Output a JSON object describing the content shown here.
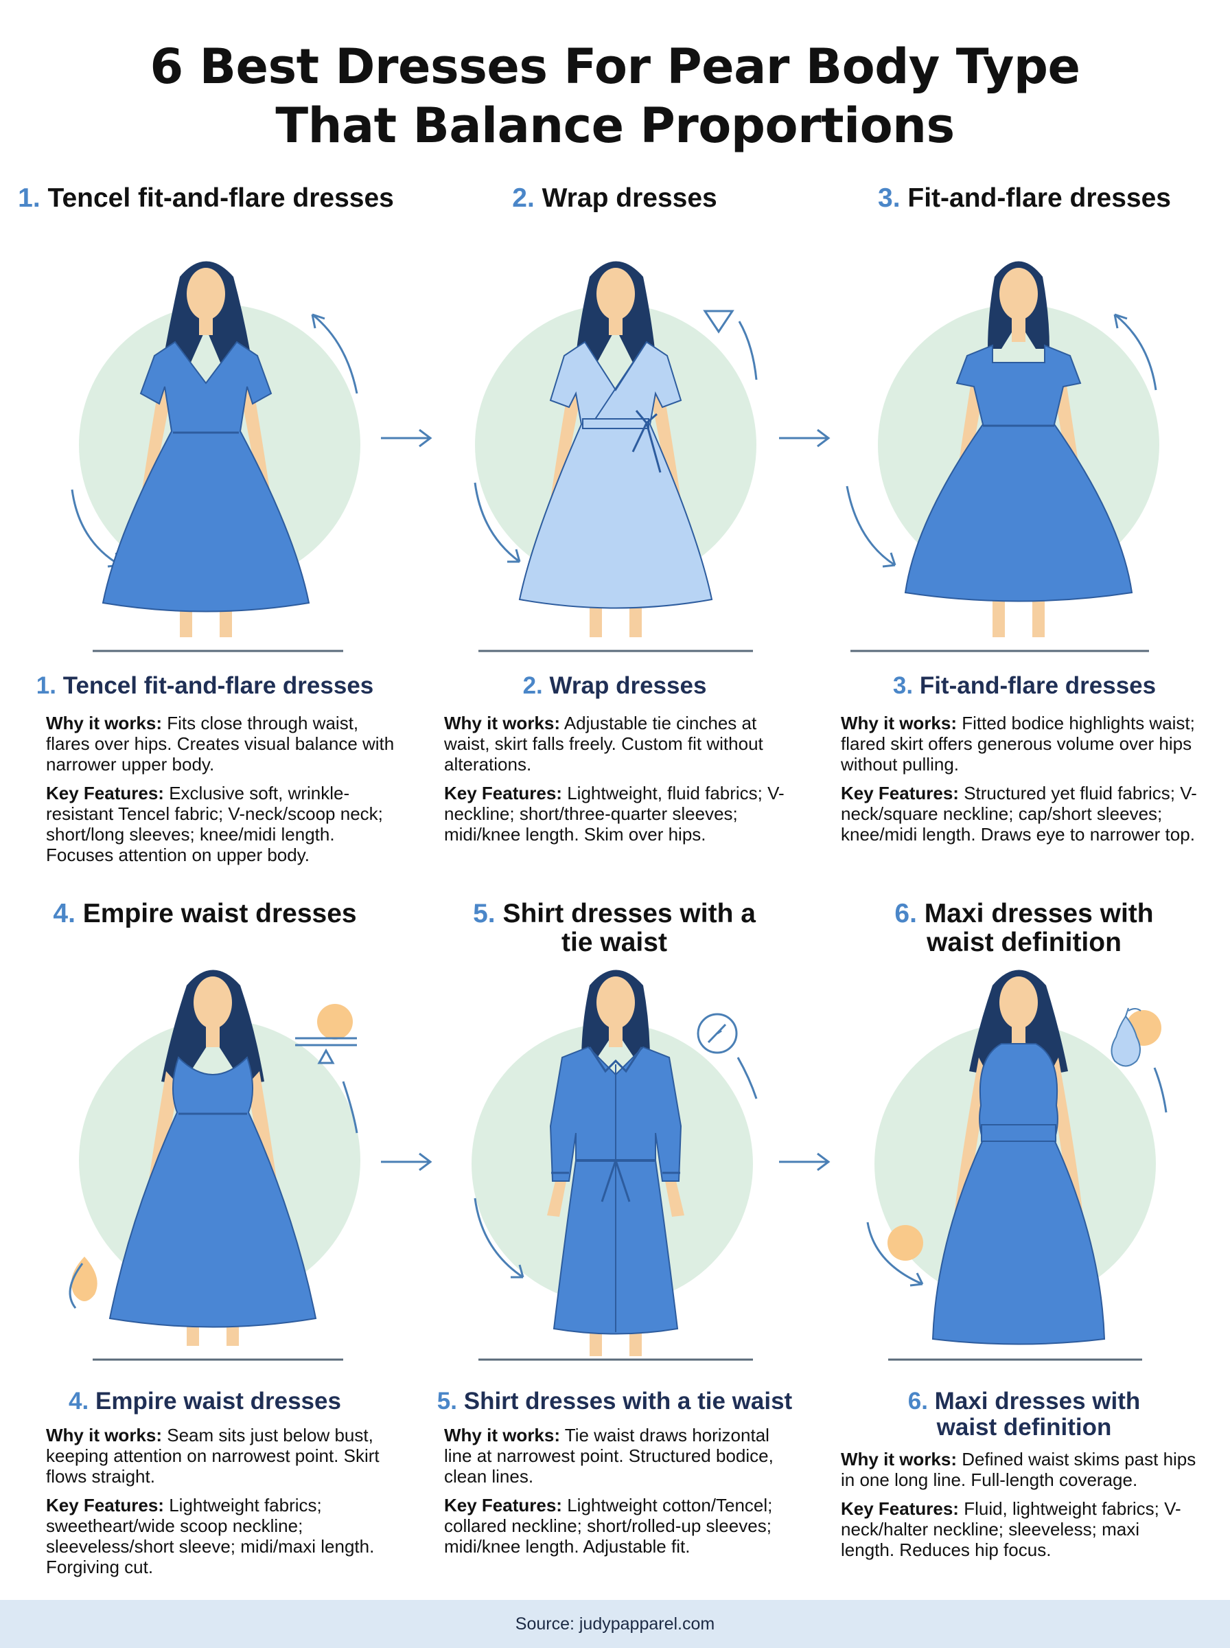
{
  "title": {
    "line1": "6 Best Dresses For Pear Body Type",
    "line2": "That Balance Proportions"
  },
  "labels": {
    "why": "Why it works:",
    "features": "Key Features:"
  },
  "colors": {
    "accent": "#4a86c8",
    "dress_blue": "#4a86d4",
    "dress_light": "#b8d4f4",
    "circle_mint": "#ddeee2",
    "hair": "#1e3a66",
    "skin": "#f6cfa0",
    "subhead_navy": "#1f2f55",
    "footer_bg": "#dce8f4"
  },
  "dresses": [
    {
      "num": "1.",
      "heading": "Tencel fit-and-flare dresses",
      "subhead": "Tencel fit-and-flare dresses",
      "why": "Fits close through waist, flares over hips. Creates visual balance with narrower upper body.",
      "features": "Exclusive soft, wrinkle-resistant Tencel fabric; V-neck/scoop neck; short/long sleeves; knee/midi length. Focuses attention on upper body.",
      "icon": "curved-arrows-icon"
    },
    {
      "num": "2.",
      "heading": "Wrap dresses",
      "subhead": "Wrap dresses",
      "why": "Adjustable tie cinches at waist, skirt falls freely. Custom fit without alterations.",
      "features": "Lightweight, fluid fabrics; V-neckline; short/three-quarter sleeves; midi/knee length. Skim over hips.",
      "icon": "triangle-arrows-icon"
    },
    {
      "num": "3.",
      "heading": "Fit-and-flare dresses",
      "subhead": "Fit-and-flare dresses",
      "why": "Fitted bodice highlights waist; flared skirt offers generous volume over hips without pulling.",
      "features": "Structured yet fluid fabrics; V-neck/square neckline; cap/short sleeves; knee/midi length. Draws eye to narrower top.",
      "icon": "curved-arrows-icon"
    },
    {
      "num": "4.",
      "heading": "Empire waist dresses",
      "subhead": "Empire waist dresses",
      "why": "Seam sits just below bust, keeping attention on narrowest point. Skirt flows straight.",
      "features": "Lightweight fabrics; sweetheart/wide scoop neckline; sleeveless/short sleeve; midi/maxi length. Forgiving cut.",
      "icon": "balance-icon"
    },
    {
      "num": "5.",
      "heading": "Shirt dresses with a tie waist",
      "subhead": "Shirt dresses with a tie waist",
      "why": "Tie waist draws horizontal line at narrowest point. Structured bodice, clean lines.",
      "features": "Lightweight cotton/Tencel; collared neckline; short/rolled-up sleeves; midi/knee length. Adjustable fit.",
      "icon": "compass-icon"
    },
    {
      "num": "6.",
      "heading": "Maxi dresses with waist definition",
      "subhead": "Maxi dresses with waist definition",
      "why": "Defined waist skims past hips in one long line. Full-length coverage.",
      "features": "Fluid, lightweight fabrics; V-neck/halter neckline; sleeveless; maxi length. Reduces hip focus.",
      "icon": "pear-icon"
    }
  ],
  "footer": "Source: judypapparel.com"
}
